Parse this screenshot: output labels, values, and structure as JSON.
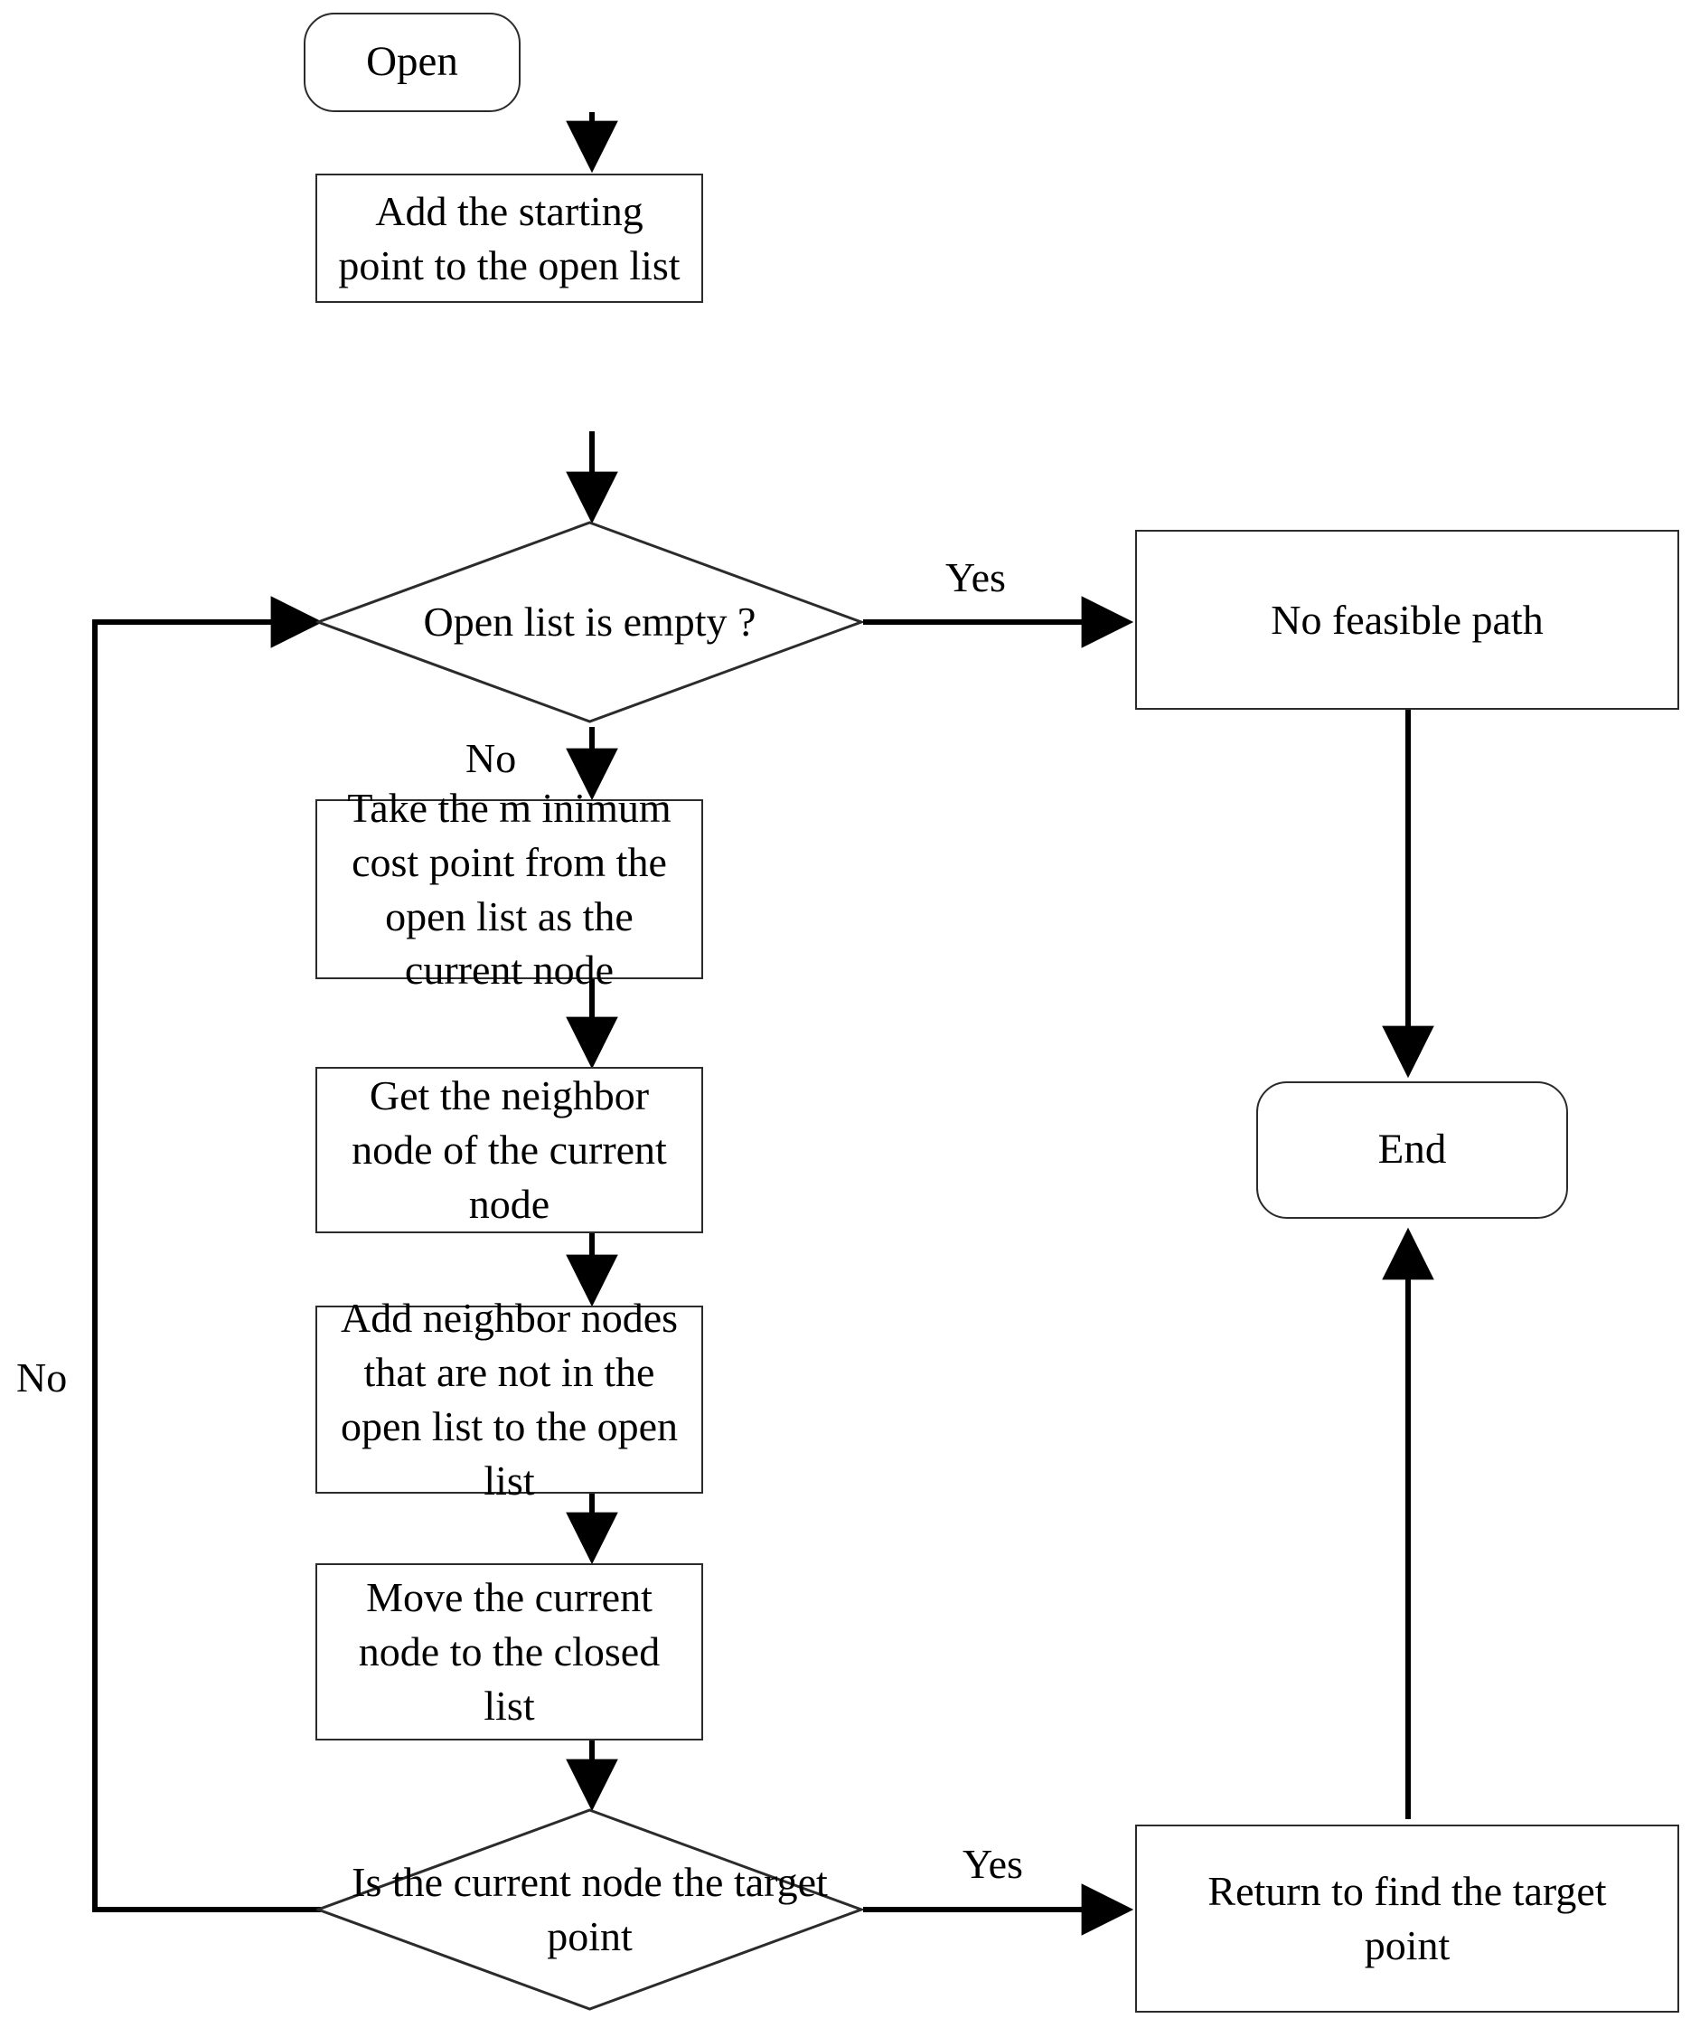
{
  "diagram": {
    "title": "A* path planning algorithm flowchart",
    "type": "flowchart",
    "colors": {
      "stroke": "#2b2b2b",
      "arrow": "#000000",
      "text": "#000000",
      "background": "#ffffff"
    },
    "nodes": [
      {
        "id": "start",
        "shape": "terminator",
        "label": "Open"
      },
      {
        "id": "add_start",
        "shape": "process",
        "label": "Add the starting point to the open list"
      },
      {
        "id": "open_empty",
        "shape": "decision",
        "label": "Open list is empty ?"
      },
      {
        "id": "no_path",
        "shape": "process",
        "label": "No feasible path"
      },
      {
        "id": "take_min",
        "shape": "process",
        "label": "Take the m inimum cost point from the open list as the current node"
      },
      {
        "id": "get_neighbor",
        "shape": "process",
        "label": "Get the neighbor node of the current node"
      },
      {
        "id": "add_neighbor",
        "shape": "process",
        "label": "Add neighbor nodes that are not in the open list to the open list"
      },
      {
        "id": "move_closed",
        "shape": "process",
        "label": "Move the current node to the closed list"
      },
      {
        "id": "is_target",
        "shape": "decision",
        "label": "Is the current node the target point"
      },
      {
        "id": "return_path",
        "shape": "process",
        "label": "Return to find the target point"
      },
      {
        "id": "end",
        "shape": "terminator",
        "label": "End"
      }
    ],
    "edges": [
      {
        "from": "start",
        "to": "add_start",
        "label": ""
      },
      {
        "from": "add_start",
        "to": "open_empty",
        "label": ""
      },
      {
        "from": "open_empty",
        "to": "no_path",
        "label": "Yes"
      },
      {
        "from": "open_empty",
        "to": "take_min",
        "label": "No"
      },
      {
        "from": "no_path",
        "to": "end",
        "label": ""
      },
      {
        "from": "take_min",
        "to": "get_neighbor",
        "label": ""
      },
      {
        "from": "get_neighbor",
        "to": "add_neighbor",
        "label": ""
      },
      {
        "from": "add_neighbor",
        "to": "move_closed",
        "label": ""
      },
      {
        "from": "move_closed",
        "to": "is_target",
        "label": ""
      },
      {
        "from": "is_target",
        "to": "return_path",
        "label": "Yes"
      },
      {
        "from": "is_target",
        "to": "open_empty",
        "label": "No"
      },
      {
        "from": "return_path",
        "to": "end",
        "label": ""
      }
    ],
    "edge_labels": {
      "yes_open_empty": "Yes",
      "no_open_empty": "No",
      "yes_is_target": "Yes",
      "no_is_target": "No"
    }
  }
}
